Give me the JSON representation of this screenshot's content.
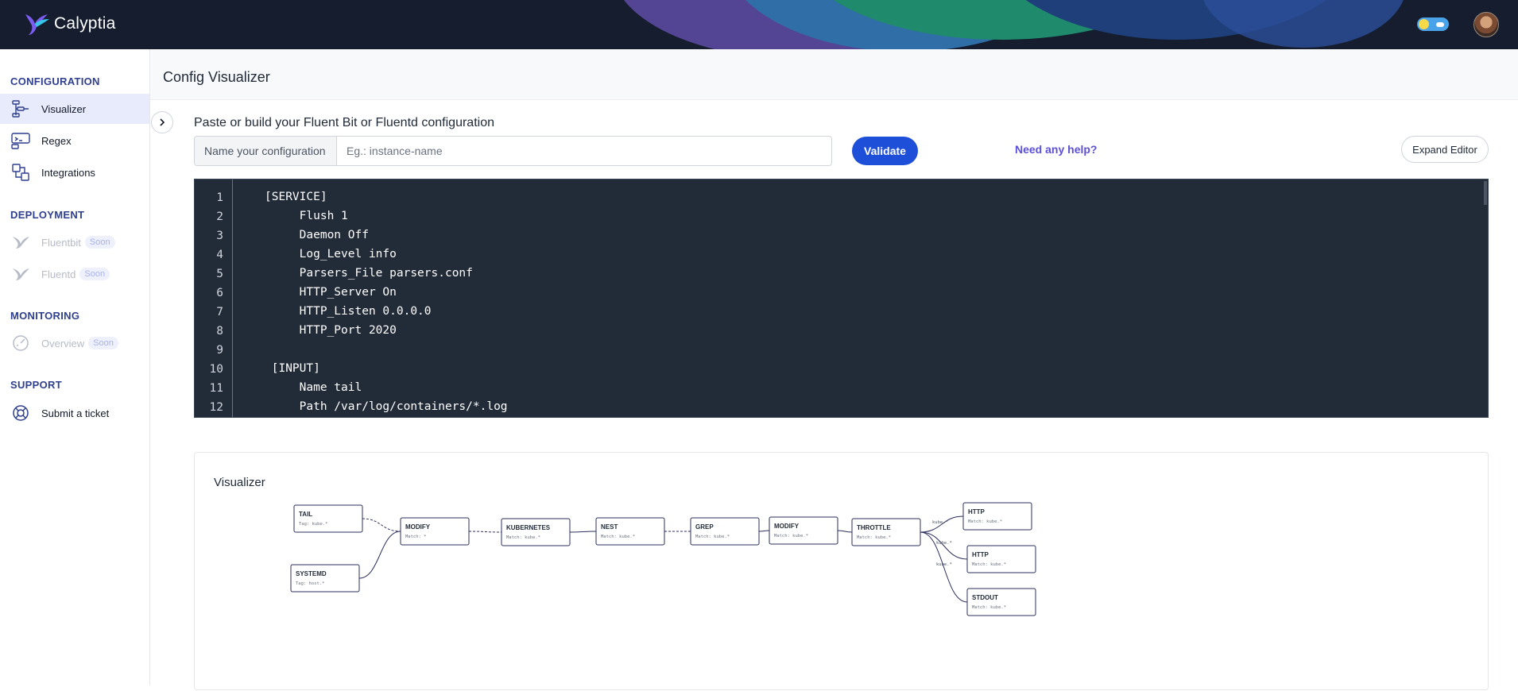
{
  "app": {
    "name": "Calyptia"
  },
  "sidebar": {
    "sections": [
      {
        "title": "CONFIGURATION"
      },
      {
        "title": "DEPLOYMENT"
      },
      {
        "title": "MONITORING"
      },
      {
        "title": "SUPPORT"
      }
    ],
    "items": [
      {
        "label": "Visualizer",
        "icon": "visualizer-icon",
        "active": true
      },
      {
        "label": "Regex",
        "icon": "regex-icon"
      },
      {
        "label": "Integrations",
        "icon": "integrations-icon"
      },
      {
        "label": "Fluentbit",
        "icon": "bird-icon",
        "badge": "Soon",
        "disabled": true
      },
      {
        "label": "Fluentd",
        "icon": "bird-icon",
        "badge": "Soon",
        "disabled": true
      },
      {
        "label": "Overview",
        "icon": "gauge-icon",
        "badge": "Soon",
        "disabled": true
      },
      {
        "label": "Submit a ticket",
        "icon": "lifebuoy-icon"
      }
    ]
  },
  "page": {
    "title": "Config Visualizer",
    "intro": "Paste or build your Fluent Bit or Fluentd configuration",
    "name_label": "Name your configuration",
    "name_placeholder": "Eg.: instance-name",
    "validate_label": "Validate",
    "help_label": "Need any help?",
    "expand_label": "Expand Editor"
  },
  "editor": {
    "lines": [
      {
        "n": "1",
        "text": "[SERVICE]"
      },
      {
        "n": "2",
        "text": "     Flush 1"
      },
      {
        "n": "3",
        "text": "     Daemon Off"
      },
      {
        "n": "4",
        "text": "     Log_Level info"
      },
      {
        "n": "5",
        "text": "     Parsers_File parsers.conf"
      },
      {
        "n": "6",
        "text": "     HTTP_Server On"
      },
      {
        "n": "7",
        "text": "     HTTP_Listen 0.0.0.0"
      },
      {
        "n": "8",
        "text": "     HTTP_Port 2020"
      },
      {
        "n": "9",
        "text": ""
      },
      {
        "n": "10",
        "text": " [INPUT]"
      },
      {
        "n": "11",
        "text": "     Name tail"
      },
      {
        "n": "12",
        "text": "     Path /var/log/containers/*.log"
      }
    ]
  },
  "visualizer": {
    "title": "Visualizer",
    "nodes": [
      {
        "id": "tail",
        "title": "TAIL",
        "sub": "Tag: kube.*"
      },
      {
        "id": "systemd",
        "title": "SYSTEMD",
        "sub": "Tag: host.*"
      },
      {
        "id": "modify1",
        "title": "MODIFY",
        "sub": "Match: *"
      },
      {
        "id": "kubernetes",
        "title": "KUBERNETES",
        "sub": "Match: kube.*"
      },
      {
        "id": "nest",
        "title": "NEST",
        "sub": "Match: kube.*"
      },
      {
        "id": "grep",
        "title": "GREP",
        "sub": "Match: kube.*"
      },
      {
        "id": "modify2",
        "title": "MODIFY",
        "sub": "Match: kube.*"
      },
      {
        "id": "throttle",
        "title": "THROTTLE",
        "sub": "Match: kube.*"
      },
      {
        "id": "http1",
        "title": "HTTP",
        "sub": "Match: kube.*"
      },
      {
        "id": "http2",
        "title": "HTTP",
        "sub": "Match: kube.*"
      },
      {
        "id": "stdout",
        "title": "STDOUT",
        "sub": "Match: kube.*"
      }
    ],
    "edge_labels": [
      "kube.*",
      "kube.*",
      "kube.*"
    ]
  }
}
